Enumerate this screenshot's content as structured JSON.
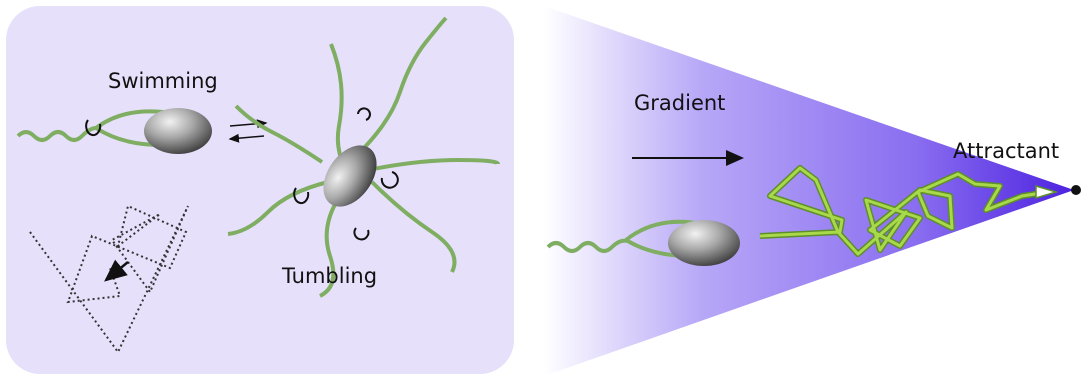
{
  "panel_left": {
    "swimming_label": "Swimming",
    "tumbling_label": "Tumbling"
  },
  "panel_right": {
    "gradient_label": "Gradient",
    "attractant_label": "Attractant"
  },
  "colors": {
    "panel_bg": "#e6e0fb",
    "flagella": "#7fae63",
    "path_green": "#9fd34a",
    "cone_dark": "#5a2fe6",
    "cone_light": "#ffffff",
    "body_dark": "#3d3d3d",
    "body_light": "#e6e6e6"
  }
}
